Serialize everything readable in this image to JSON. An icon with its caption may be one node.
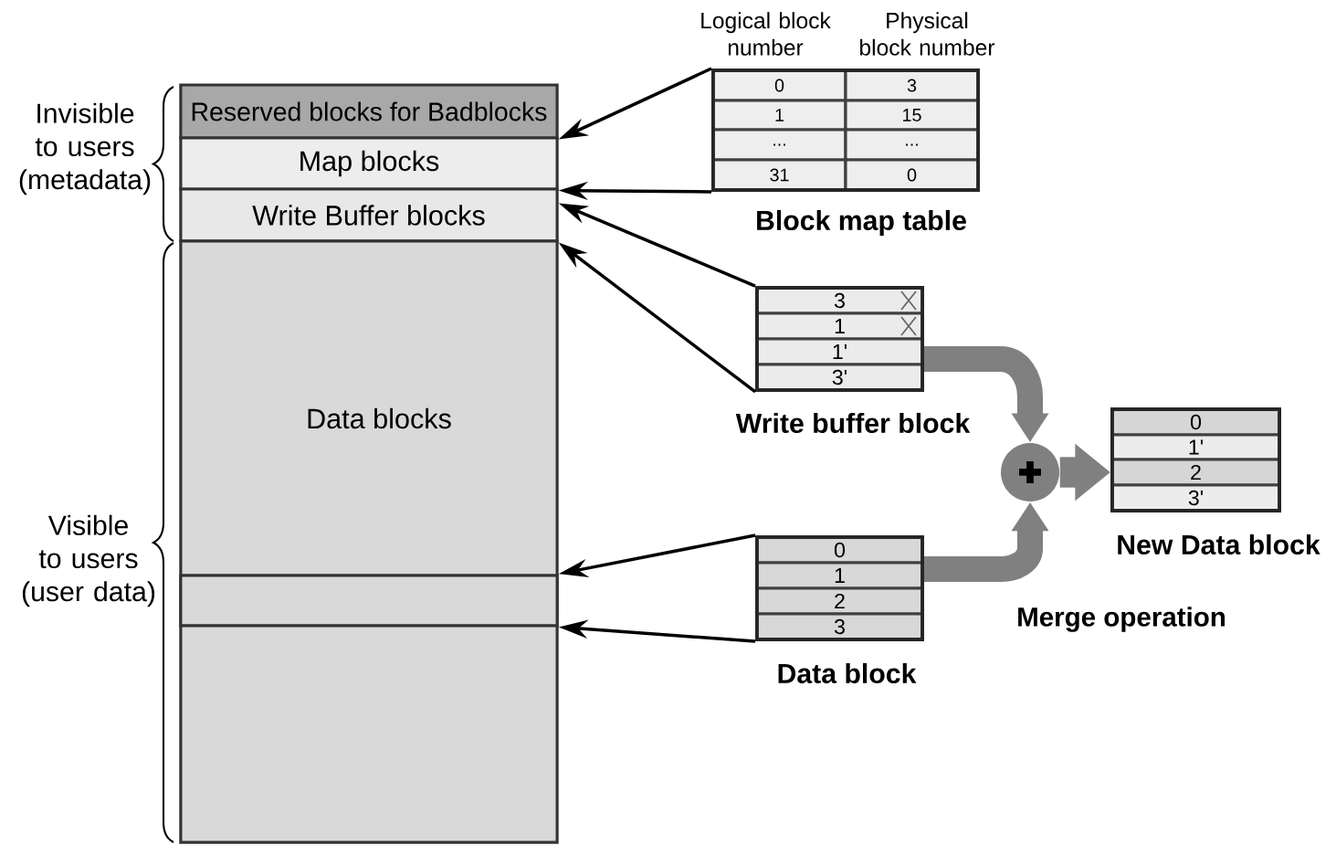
{
  "diagram": {
    "nodes": [
      {
        "text": [
          "Reserved blocks for Badblocks"
        ]
      },
      {
        "text": [
          "Map blocks"
        ]
      },
      {
        "text": [
          "Write Buffer blocks"
        ]
      },
      {
        "text": [
          "Data blocks"
        ]
      },
      {
        "text": [],
        "shape": "box",
        "in": 3
      },
      {
        "text": [
          "Block map table"
        ]
      },
      {
        "text": [
          "Write buffer block"
        ]
      },
      {
        "text": [
          "Data block"
        ]
      },
      {
        "text": [],
        "shape": "circle"
      },
      {
        "text": [
          "New Data block"
        ]
      }
    ],
    "edges": [
      {
        "from": 5,
        "to": 0,
        "arrow": "to"
      },
      {
        "from": 5,
        "to": 1,
        "arrow": "to"
      },
      {
        "from": 6,
        "to": 2,
        "arrow": "to"
      },
      {
        "from": 6,
        "to": 2,
        "arrow": "to"
      },
      {
        "from": 7,
        "to": 4,
        "arrow": "to"
      },
      {
        "from": 7,
        "to": 4,
        "arrow": "to"
      },
      {
        "from": 6,
        "to": 8,
        "arrow": "to",
        "style": "thick",
        "color": "#808080"
      },
      {
        "from": 7,
        "to": 8,
        "arrow": "to",
        "style": "thick",
        "color": "#808080"
      },
      {
        "from": 8,
        "to": 9,
        "arrow": "to",
        "style": "thick",
        "color": "#808080"
      }
    ],
    "labels": [
      "Logical block number",
      "Physical block number",
      "Invisible to users (metadata)",
      "0",
      "3",
      "1",
      "15",
      "...",
      "...",
      "31",
      "0",
      "3",
      "1",
      "1'",
      "3'",
      "0",
      "1'",
      "2",
      "3'",
      "Visible to users (user data)",
      "0",
      "1",
      "2",
      "3",
      "Merge operation"
    ]
  }
}
